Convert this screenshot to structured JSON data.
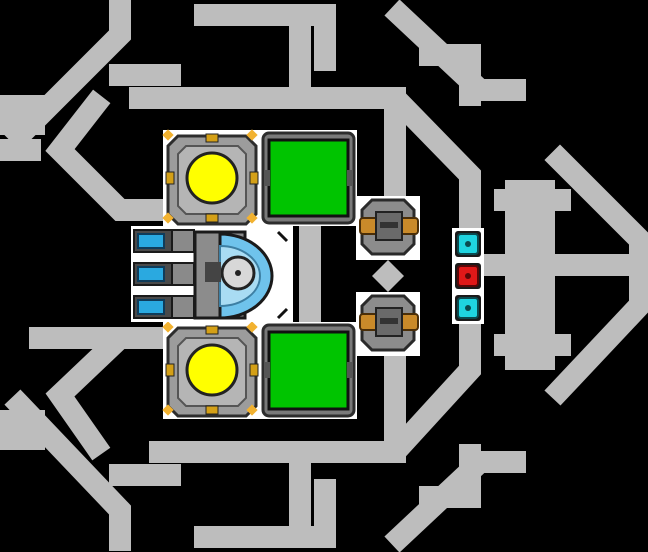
{
  "colors": {
    "background": "#000000",
    "track": "#bdbdbd",
    "panel_white": "#ffffff",
    "hull_grey": "#8c8c8c",
    "hull_dark": "#3a3a3a",
    "reactor_core": "#ffff00",
    "cargo_green": "#00c400",
    "thruster_blue": "#2aa9e0",
    "shield_blue": "#6fc3ec",
    "turret_brass": "#c98a2a",
    "node_cyan": "#1fd4e0",
    "node_red": "#e01818"
  },
  "modules": [
    {
      "name": "reactor",
      "icon": "reactor-core-icon"
    },
    {
      "name": "reactor",
      "icon": "reactor-core-icon"
    },
    {
      "name": "cargo-bay",
      "icon": "cargo-hatch-icon"
    },
    {
      "name": "cargo-bay",
      "icon": "cargo-hatch-icon"
    },
    {
      "name": "cockpit",
      "icon": "shield-dome-icon"
    },
    {
      "name": "thruster",
      "icon": "thruster-nozzle-icon"
    },
    {
      "name": "thruster",
      "icon": "thruster-nozzle-icon"
    },
    {
      "name": "thruster",
      "icon": "thruster-nozzle-icon"
    },
    {
      "name": "turret",
      "icon": "cannon-turret-icon"
    },
    {
      "name": "turret",
      "icon": "cannon-turret-icon"
    }
  ],
  "nodes": [
    {
      "state": "cyan",
      "icon": "node-cyan-icon"
    },
    {
      "state": "red",
      "icon": "node-red-icon"
    },
    {
      "state": "cyan",
      "icon": "node-cyan-icon"
    }
  ]
}
